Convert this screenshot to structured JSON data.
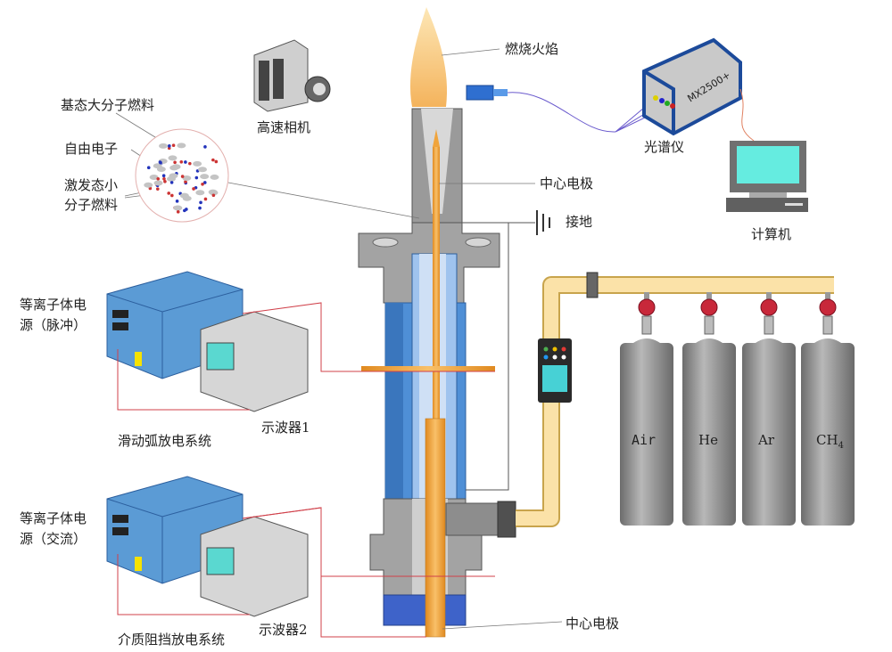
{
  "labels": {
    "flame": "燃烧火焰",
    "camera": "高速相机",
    "spectrometer": "光谱仪",
    "spectrometer_model": "MX2500+",
    "computer": "计算机",
    "center_electrode_top": "中心电极",
    "center_electrode_bottom": "中心电极",
    "ground": "接地",
    "ground_state_fuel": "基态大分子燃料",
    "free_electron": "自由电子",
    "excited_fuel_line1": "激发态小",
    "excited_fuel_line2": "分子燃料",
    "psu1_line1": "等离子体电",
    "psu1_line2": "源（脉冲）",
    "osc1": "示波器1",
    "system1": "滑动弧放电系统",
    "psu2_line1": "等离子体电",
    "psu2_line2": "源（交流）",
    "osc2": "示波器2",
    "system2": "介质阻挡放电系统"
  },
  "cylinders": [
    {
      "label": "Air"
    },
    {
      "label": "He"
    },
    {
      "label": "Ar"
    },
    {
      "label": "CH",
      "sub": "4"
    }
  ],
  "colors": {
    "flame": "#f7c77a",
    "electrode": "#f0a43c",
    "body_blue": "#4f8fd6",
    "steel": "#8a8a8a",
    "pipe": "#fbe2a8",
    "psu": "#5b9bd5",
    "valve": "#c8283a",
    "wire": "#d0404a"
  }
}
